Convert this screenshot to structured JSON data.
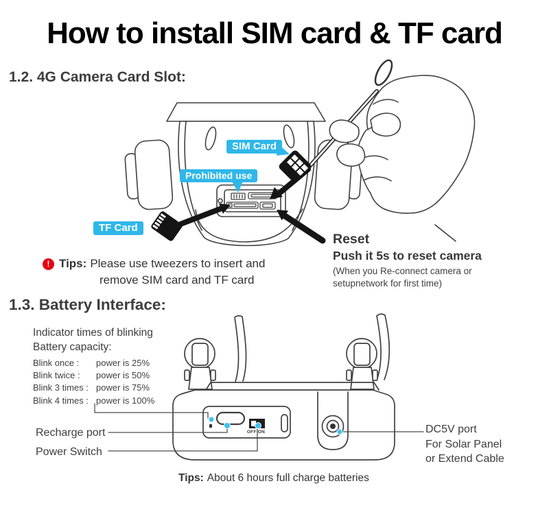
{
  "page": {
    "title": "How to install SIM card & TF card"
  },
  "card_slot": {
    "heading": "1.2. 4G Camera Card Slot:",
    "sim_badge": "SIM Card",
    "prohibited_badge": "Prohibited use",
    "tf_badge": "TF Card",
    "reset": {
      "title": "Reset",
      "instruction": "Push it 5s to reset camera",
      "note_line1": "(When you Re-connect camera or",
      "note_line2": "setupnetwork for first time)"
    },
    "tips": {
      "label": "Tips:",
      "line1": "Please use tweezers to insert and",
      "line2": "remove SIM card and TF card"
    }
  },
  "battery": {
    "heading": "1.3. Battery Interface:",
    "indicator_line1": "Indicator times of blinking",
    "indicator_line2": "Battery capacity:",
    "blink_rows": [
      {
        "label": "Blink once :",
        "value": "power is 25%"
      },
      {
        "label": "Blink twice :",
        "value": "power is 50%"
      },
      {
        "label": "Blink 3 times :",
        "value": "power is 75%"
      },
      {
        "label": "Blink 4 times :",
        "value": "power is 100%"
      }
    ],
    "recharge_port_label": "Recharge port",
    "power_switch_label": "Power Switch",
    "switch_text": "OFF ON",
    "dc5v": {
      "line1": "DC5V port",
      "line2": "For Solar Panel",
      "line3": "or Extend Cable"
    },
    "tips": {
      "label": "Tips:",
      "text": "About 6 hours full charge batteries"
    }
  },
  "colors": {
    "badge_cyan": "#2fb7e9",
    "callout_dot": "#3cc3f2",
    "warning_red": "#e60012",
    "text_dark": "#3d3d3d",
    "line_color": "#404040"
  }
}
